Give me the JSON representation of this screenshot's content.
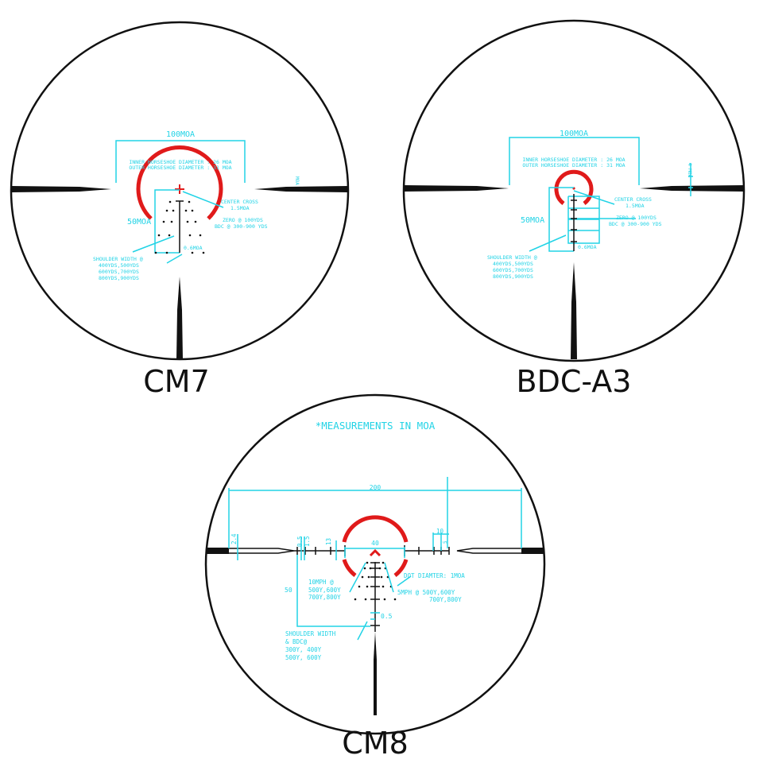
{
  "colors": {
    "annotation": "#22d3e6",
    "horseshoe": "#e01a1a",
    "reticle": "#111111"
  },
  "cm7": {
    "name": "CM7",
    "width_label": "100MOA",
    "inner_diameter": "INNER HORSESHOE DIAMETER : 26 MOA",
    "outer_diameter": "OUTER HORSESHOE DIAMETER : 31 MOA",
    "side_label": "MOA",
    "height_label": "50MOA",
    "center_cross": "CENTER CROSS",
    "center_cross_size": "1.5MOA",
    "zero": "ZERO @ 100YDS",
    "bdc": "BDC @ 300-900 YDS",
    "tick": "0.6MOA",
    "shoulder": [
      "SHOULDER WIDTH @",
      "400YDS,500YDS",
      "600YDS,700YDS",
      "800YDS,900YDS"
    ]
  },
  "bdc_a3": {
    "name": "BDC-A3",
    "width_label": "100MOA",
    "inner_diameter": "INNER HORSESHOE DIAMETER : 26 MOA",
    "outer_diameter": "OUTER HORSESHOE DIAMETER : 31 MOA",
    "side_label": "4 MOA",
    "height_label": "50MOA",
    "center_cross": "CENTER CROSS",
    "center_cross_size": "1.5MOA",
    "zero": "ZERO @ 100YDS",
    "bdc": "BDC @ 300-900 YDS",
    "tick": "0.6MOA",
    "shoulder": [
      "SHOULDER WIDTH @",
      "400YDS,500YDS",
      "600YDS,700YDS",
      "800YDS,900YDS"
    ]
  },
  "cm8": {
    "name": "CM8",
    "note": "*MEASUREMENTS IN MOA",
    "width": "200",
    "post_thickness": "2.4",
    "d05": "0.5",
    "d15": "1.5",
    "d13": "13",
    "d40": "40",
    "d10": "10",
    "d5": "5",
    "d50": "50",
    "d05b": "0.5",
    "dot_diameter": "DOT DIAMTER: 1MOA",
    "wind10": [
      "10MPH @",
      "500Y,600Y",
      "700Y,800Y"
    ],
    "wind5": [
      "5MPH @ 500Y,600Y",
      "700Y,800Y"
    ],
    "shoulder": [
      "SHOULDER WIDTH",
      "& BDC@",
      "300Y, 400Y",
      "500Y, 600Y"
    ]
  }
}
